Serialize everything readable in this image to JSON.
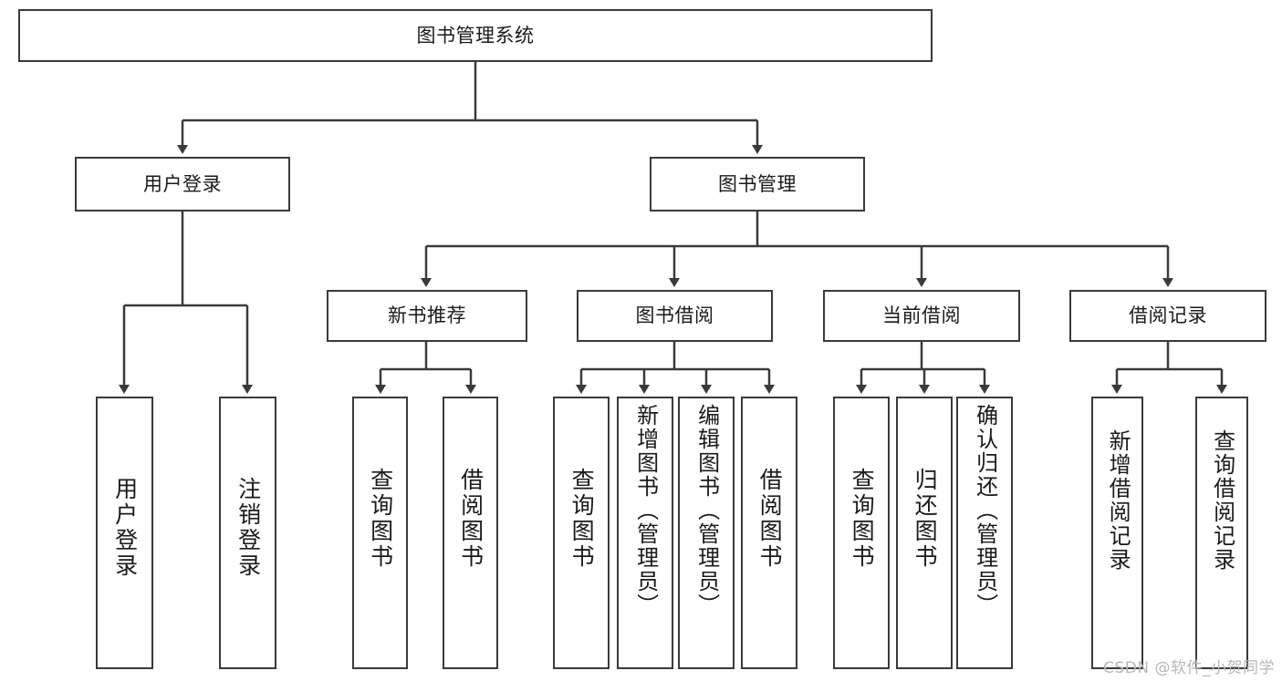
{
  "diagram": {
    "title": "图书管理系统",
    "type": "tree",
    "colors": {
      "background": "#ffffff",
      "stroke": "#3a3a3a",
      "text": "#1a1a1a",
      "watermark": "#b7b7b7"
    },
    "nodes": {
      "root": {
        "label": "图书管理系统",
        "orientation": "horizontal"
      },
      "level1": [
        {
          "label": "用户登录",
          "orientation": "horizontal"
        },
        {
          "label": "图书管理",
          "orientation": "horizontal"
        }
      ],
      "level2": [
        {
          "label": "新书推荐",
          "orientation": "horizontal"
        },
        {
          "label": "图书借阅",
          "orientation": "horizontal"
        },
        {
          "label": "当前借阅",
          "orientation": "horizontal"
        },
        {
          "label": "借阅记录",
          "orientation": "horizontal"
        }
      ],
      "leaves": {
        "user_login": [
          {
            "label": "用户登录",
            "orientation": "vertical"
          },
          {
            "label": "注销登录",
            "orientation": "vertical"
          }
        ],
        "new_book_recommend": [
          {
            "label": "查询图书",
            "orientation": "vertical"
          },
          {
            "label": "借阅图书",
            "orientation": "vertical"
          }
        ],
        "book_borrow": [
          {
            "label": "查询图书",
            "orientation": "vertical"
          },
          {
            "label": "新增图书（管理员）",
            "orientation": "vertical"
          },
          {
            "label": "编辑图书（管理员）",
            "orientation": "vertical"
          },
          {
            "label": "借阅图书",
            "orientation": "vertical"
          }
        ],
        "current_borrow": [
          {
            "label": "查询图书",
            "orientation": "vertical"
          },
          {
            "label": "归还图书",
            "orientation": "vertical"
          },
          {
            "label": "确认归还（管理员）",
            "orientation": "vertical"
          }
        ],
        "borrow_record": [
          {
            "label": "新增借阅记录",
            "orientation": "vertical"
          },
          {
            "label": "查询借阅记录",
            "orientation": "vertical"
          }
        ]
      }
    },
    "edges": [
      {
        "from": "图书管理系统",
        "to": "用户登录"
      },
      {
        "from": "图书管理系统",
        "to": "图书管理"
      },
      {
        "from": "用户登录",
        "to": "用户登录"
      },
      {
        "from": "用户登录",
        "to": "注销登录"
      },
      {
        "from": "图书管理",
        "to": "新书推荐"
      },
      {
        "from": "图书管理",
        "to": "图书借阅"
      },
      {
        "from": "图书管理",
        "to": "当前借阅"
      },
      {
        "from": "图书管理",
        "to": "借阅记录"
      },
      {
        "from": "新书推荐",
        "to": "查询图书"
      },
      {
        "from": "新书推荐",
        "to": "借阅图书"
      },
      {
        "from": "图书借阅",
        "to": "查询图书"
      },
      {
        "from": "图书借阅",
        "to": "新增图书（管理员）"
      },
      {
        "from": "图书借阅",
        "to": "编辑图书（管理员）"
      },
      {
        "from": "图书借阅",
        "to": "借阅图书"
      },
      {
        "from": "当前借阅",
        "to": "查询图书"
      },
      {
        "from": "当前借阅",
        "to": "归还图书"
      },
      {
        "from": "当前借阅",
        "to": "确认归还（管理员）"
      },
      {
        "from": "借阅记录",
        "to": "新增借阅记录"
      },
      {
        "from": "借阅记录",
        "to": "查询借阅记录"
      }
    ]
  },
  "watermark": {
    "text": "CSDN @软件_小贺同学"
  }
}
